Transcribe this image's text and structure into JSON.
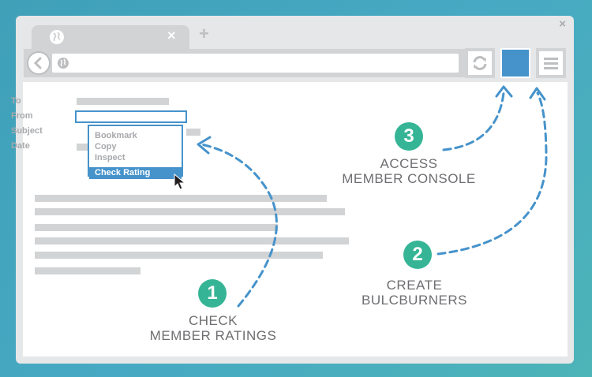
{
  "browser": {
    "tab_close_glyph": "×",
    "new_tab_glyph": "+",
    "window_close_glyph": "×",
    "icons": [
      "globe-icon",
      "back-arrow-icon",
      "refresh-icon",
      "console-icon",
      "hamburger-menu-icon",
      "cursor-icon"
    ]
  },
  "email": {
    "fields": [
      {
        "label": "To"
      },
      {
        "label": "From"
      },
      {
        "label": "Subject"
      },
      {
        "label": "Date"
      }
    ]
  },
  "context_menu": {
    "items": [
      "Bookmark",
      "Copy",
      "Inspect"
    ],
    "active_item": "Check Rating"
  },
  "steps": [
    {
      "number": "1",
      "line1": "CHECK",
      "line2": "MEMBER RATINGS"
    },
    {
      "number": "2",
      "line1": "CREATE",
      "line2": "BULCBURNERS"
    },
    {
      "number": "3",
      "line1": "ACCESS",
      "line2": "MEMBER CONSOLE"
    }
  ],
  "colors": {
    "accent_blue": "#4693cb",
    "step_green": "#35b596",
    "text_gray": "#6d6e71",
    "background_teal": "#47a9c3"
  }
}
